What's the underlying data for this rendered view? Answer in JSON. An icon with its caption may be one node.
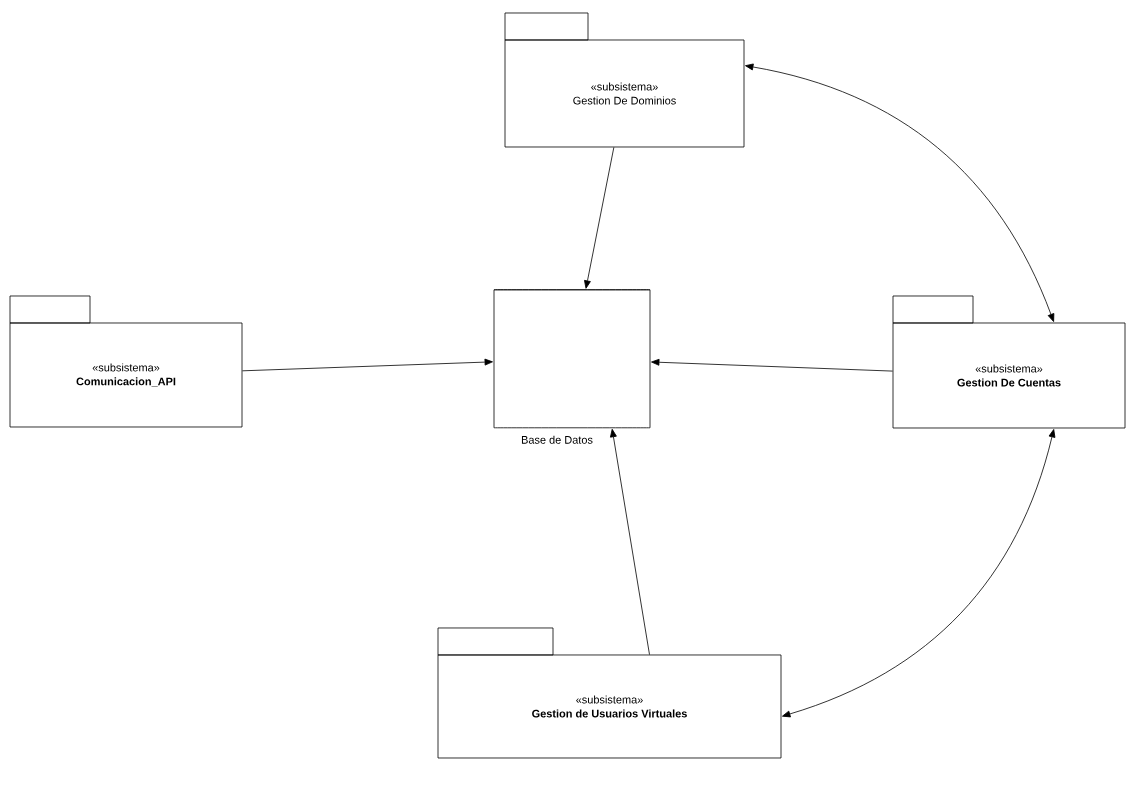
{
  "diagram": {
    "nodes": [
      {
        "text": [
          "«subsistema»",
          "Gestion De Dominios"
        ]
      },
      {
        "text": [
          "«subsistema»",
          "Comunicacion_API"
        ]
      },
      {
        "text": [
          "Base de Datos"
        ]
      },
      {
        "text": [
          "«subsistema»",
          "Gestion De Cuentas"
        ]
      },
      {
        "text": [
          "«subsistema»",
          "Gestion de Usuarios Virtuales"
        ]
      }
    ],
    "edges": [
      {
        "from": 0,
        "to": 2,
        "arrow": "to"
      },
      {
        "from": 1,
        "to": 2,
        "arrow": "to"
      },
      {
        "from": 3,
        "to": 2,
        "arrow": "to"
      },
      {
        "from": 4,
        "to": 2,
        "arrow": "to"
      },
      {
        "from": 0,
        "to": 3,
        "arrow": "both"
      },
      {
        "from": 4,
        "to": 3,
        "arrow": "both"
      }
    ]
  }
}
